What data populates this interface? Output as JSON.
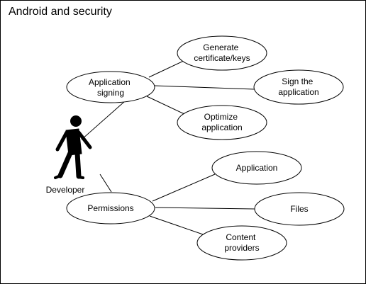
{
  "title": "Android and security",
  "actor": {
    "label": "Developer",
    "icon": "walking-person-icon"
  },
  "nodes": {
    "application_signing": [
      "Application",
      "signing"
    ],
    "generate_keys": [
      "Generate",
      "certificate/keys"
    ],
    "sign_app": [
      "Sign the",
      "application"
    ],
    "optimize_app": [
      "Optimize",
      "application"
    ],
    "permissions": [
      "Permissions"
    ],
    "perm_application": [
      "Application"
    ],
    "perm_files": [
      "Files"
    ],
    "perm_content_providers": [
      "Content",
      "providers"
    ]
  },
  "colors": {
    "stroke": "#000000",
    "fill": "#ffffff",
    "actor": "#000000"
  }
}
